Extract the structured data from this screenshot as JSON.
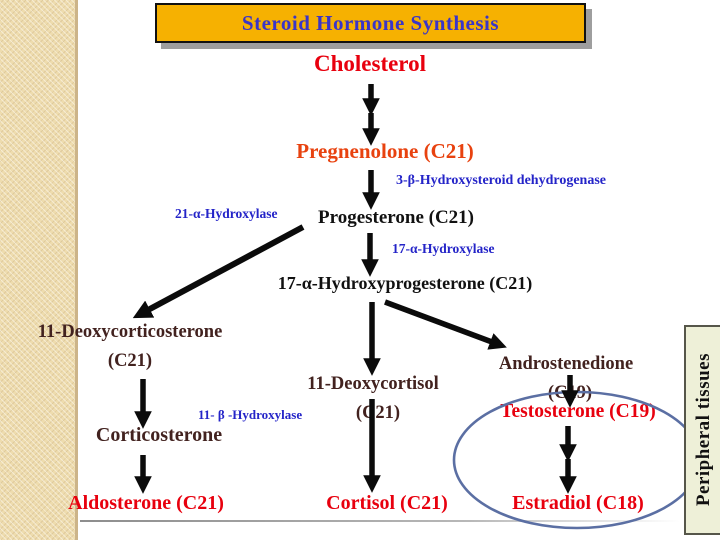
{
  "title": "Steroid Hormone Synthesis",
  "nodes": {
    "cholesterol": "Cholesterol",
    "pregnenolone": "Pregnenolone (C21)",
    "progesterone": "Progesterone (C21)",
    "hydroxyprogesterone": "17-α-Hydroxyprogesterone (C21)",
    "deoxycorticosterone": "11-Deoxycorticosterone",
    "deoxycorticosterone_c": "(C21)",
    "deoxycortisol": "11-Deoxycortisol",
    "deoxycortisol_c": "(C21)",
    "androstenedione": "Androstenedione",
    "androstenedione_c": "(C19)",
    "testosterone": "Testosterone (C19)",
    "corticosterone": "Corticosterone",
    "aldosterone": "Aldosterone (C21)",
    "cortisol": "Cortisol (C21)",
    "estradiol": "Estradiol (C18)"
  },
  "enzymes": {
    "hsd": "3-β-Hydroxysteroid dehydrogenase",
    "c21": "21-α-Hydroxylase",
    "c17": "17-α-Hydroxylase",
    "c11": "11- β -Hydroxylase"
  },
  "side_label": "Peripheral tissues",
  "colors": {
    "title_bg": "#F6B101",
    "title_text": "#3A35C8",
    "product_red": "#E8000E",
    "pregnenolone_orange": "#E8420F",
    "enzyme_blue": "#2424C8",
    "intermediate_brown": "#42221F",
    "text_black": "#111111",
    "ellipse_stroke": "#5B6FA3",
    "left_strip": "#EEDCAE",
    "side_box_bg": "#EEF0D8"
  }
}
